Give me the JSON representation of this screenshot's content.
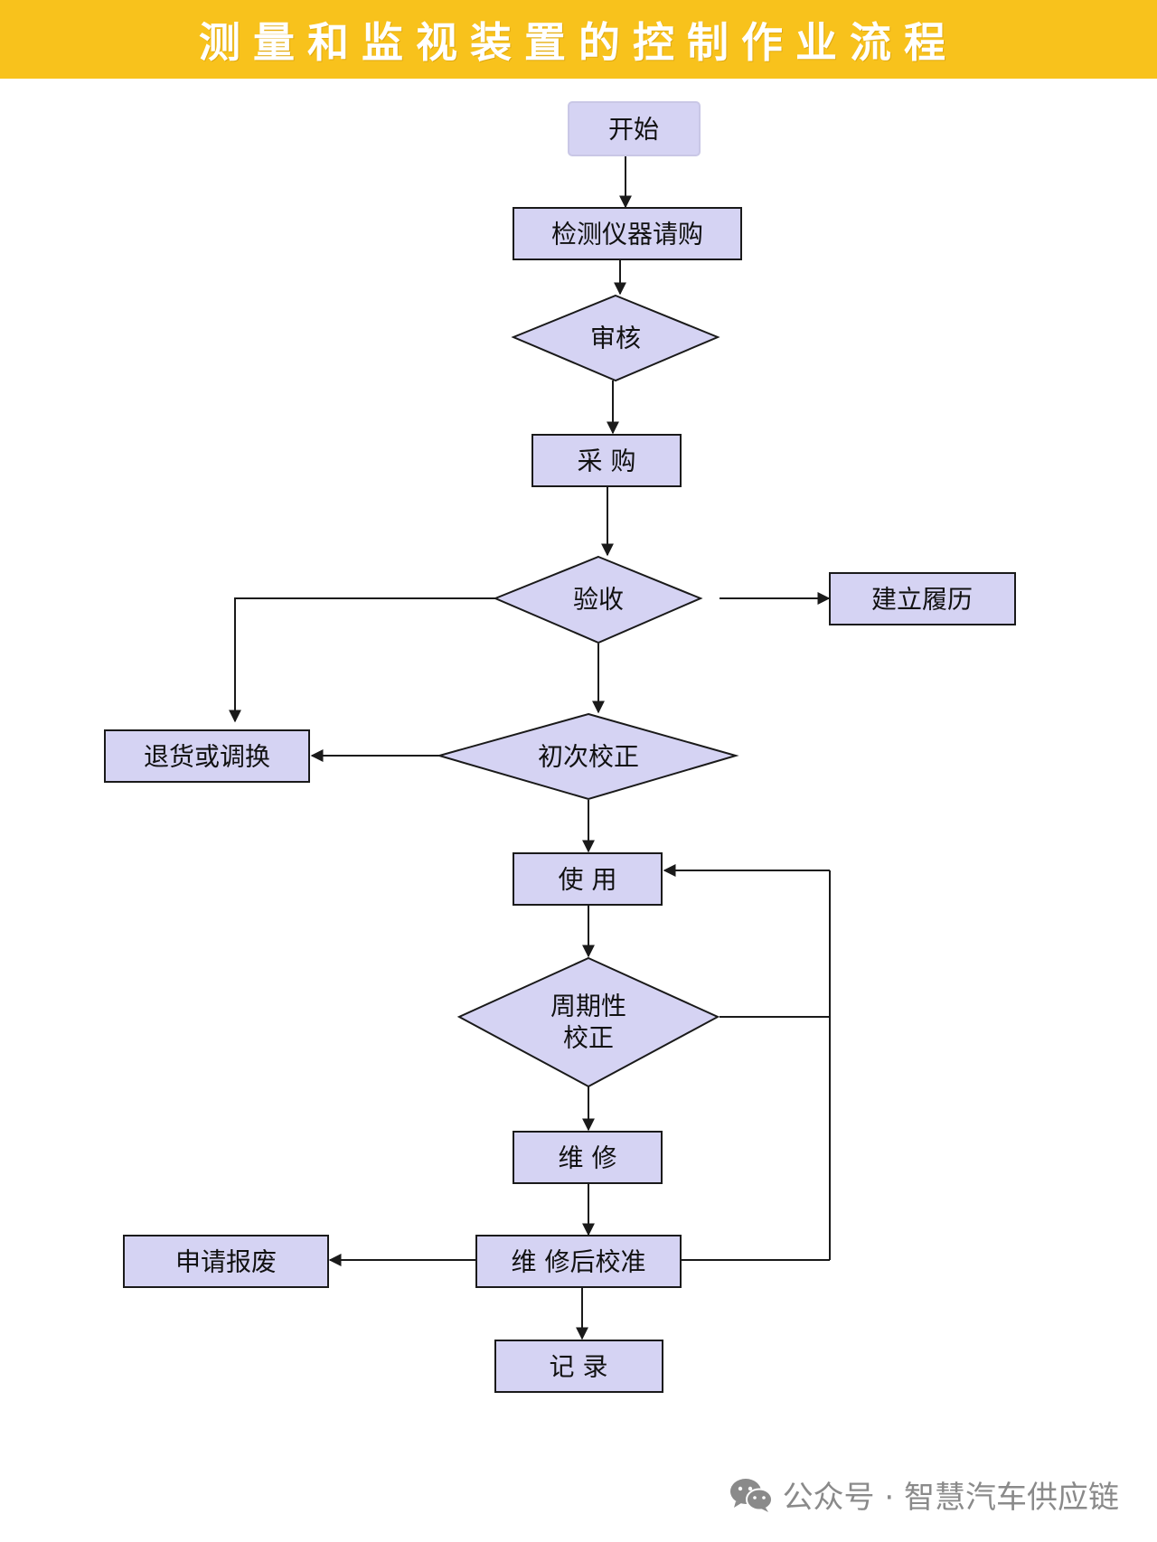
{
  "banner": {
    "title": "测量和监视装置的控制作业流程",
    "color": "#f8c21c"
  },
  "colors": {
    "node_fill": "#d5d3f3",
    "stroke": "#1a1a1a"
  },
  "nodes": {
    "start": "开始",
    "request": "检测仪器请购",
    "review": "审核",
    "purchase": "采 购",
    "acceptance": "验收",
    "record_history": "建立履历",
    "return_exchange": "退货或调换",
    "initial_calibration": "初次校正",
    "use": "使  用",
    "periodic_calibration_1": "周期性",
    "periodic_calibration_2": "校正",
    "repair": "维   修",
    "post_repair_calibration": "维 修后校准",
    "scrap_request": "申请报废",
    "record": "记  录"
  },
  "watermark": {
    "icon": "wechat-icon",
    "text": "公众号 · 智慧汽车供应链"
  }
}
